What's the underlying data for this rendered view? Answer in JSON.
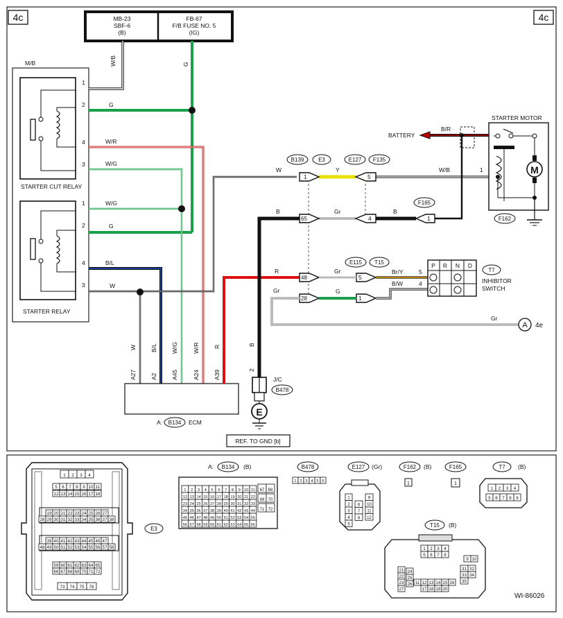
{
  "page_tag": "4c",
  "figure_id": "WI-86026",
  "fuses": {
    "left": {
      "l1": "MB-23",
      "l2": "SBF-6",
      "l3": "(B)"
    },
    "right": {
      "l1": "FB-67",
      "l2": "F/B FUSE NO. 5",
      "l3": "(IG)"
    }
  },
  "mb_label": "M/B",
  "relay_cut_label": "STARTER CUT RELAY",
  "relay_start_label": "STARTER RELAY",
  "starter_motor_label": "STARTER MOTOR",
  "battery_label": "BATTERY",
  "inhibitor_label_1": "INHIBITOR",
  "inhibitor_label_2": "SWITCH",
  "ecm_label": "ECM",
  "ecm_prefix": "A:",
  "jc_label": "J/C",
  "ref_gnd": "REF. TO GND [b]",
  "ground_letter": "E",
  "motor_letter": "M",
  "connectors": {
    "B139": "B139",
    "E3": "E3",
    "E127": "E127",
    "F135": "F135",
    "F165": "F165",
    "E115": "E115",
    "T15": "T15",
    "T7": "T7",
    "F162": "F162",
    "B478": "B478",
    "B134": "B134"
  },
  "wires": {
    "W_B_top": "W/B",
    "G_top": "G",
    "G_mid": "G",
    "W_R": "W/R",
    "W_G_1": "W/G",
    "W_G_2": "W/G",
    "G_relay": "G",
    "B_L": "B/L",
    "W_relay": "W",
    "W_main": "W",
    "Y": "Y",
    "W_B_motor": "W/B",
    "B_R": "B/R",
    "B_main": "B",
    "Gr_mid": "Gr",
    "B_f165": "B",
    "R_main": "R",
    "Gr_48": "Gr",
    "Br_Y": "Br/Y",
    "B_W": "B/W",
    "Gr_28": "Gr",
    "G_28": "G",
    "Gr_long": "Gr",
    "v_W": "W",
    "v_BL": "B/L",
    "v_WG": "W/G",
    "v_WR": "W/R",
    "v_R": "R",
    "v_B": "B"
  },
  "pins": {
    "p1": "1",
    "p2": "2",
    "p4": "4",
    "p3": "3",
    "p1b": "1",
    "p2b": "2",
    "p4b": "4",
    "p3b": "3",
    "c1": "1",
    "c5": "5",
    "c65": "65",
    "c4": "4",
    "c1f": "1",
    "c48": "48",
    "c5b": "5",
    "c28": "28",
    "c1b": "1",
    "motor1": "1",
    "t5": "5",
    "t4": "4",
    "jc2": "2"
  },
  "ecm_pins": [
    "A27",
    "A2",
    "A45",
    "A24",
    "A39"
  ],
  "ref_circle": {
    "letter": "A",
    "page": "4e"
  },
  "inhibitor_positions": [
    "P",
    "R",
    "N",
    "D"
  ],
  "bottom": {
    "e3_tag": "E3",
    "e3_rows": [
      [
        "1",
        "2",
        "3",
        "4"
      ],
      [
        "5",
        "6",
        "7",
        "8",
        "9",
        "10",
        "11"
      ],
      [
        "12",
        "13",
        "14",
        "15",
        "16",
        "17",
        "18"
      ],
      [
        "19",
        "20",
        "21",
        "22",
        "23",
        "24",
        "25",
        "26",
        "27"
      ],
      [
        "28",
        "29",
        "30",
        "31",
        "32",
        "33",
        "34",
        "35",
        "36",
        "37",
        "38"
      ],
      [
        "39",
        "40",
        "41",
        "42",
        "43",
        "44",
        "45",
        "46",
        "47"
      ],
      [
        "48",
        "49",
        "50",
        "51",
        "52",
        "53",
        "54",
        "55",
        "56",
        "57",
        "58"
      ],
      [
        "59",
        "60",
        "61",
        "62",
        "63",
        "64",
        "65"
      ],
      [
        "66",
        "67",
        "68",
        "69",
        "70",
        "71",
        "72"
      ],
      [
        "73",
        "74",
        "75",
        "76"
      ]
    ],
    "b134_prefix": "A:",
    "b134_color": "(B)",
    "b134_rows": [
      [
        "1",
        "2",
        "3",
        "4",
        "5",
        "6",
        "7",
        "8",
        "9",
        "10",
        "11"
      ],
      [
        "12",
        "13",
        "14",
        "15",
        "16",
        "17",
        "18",
        "19",
        "20",
        "21",
        "22"
      ],
      [
        "23",
        "24",
        "25",
        "26",
        "27",
        "28",
        "29",
        "30",
        "31",
        "32",
        "33"
      ],
      [
        "34",
        "35",
        "36",
        "37",
        "38",
        "39",
        "40",
        "41",
        "42",
        "43",
        "44"
      ],
      [
        "45",
        "46",
        "47",
        "48",
        "49",
        "50",
        "51",
        "52",
        "53",
        "54",
        "55"
      ],
      [
        "56",
        "57",
        "58",
        "59",
        "60",
        "61",
        "62",
        "63",
        "64",
        "65",
        "66"
      ]
    ],
    "b134_side": [
      [
        "67",
        "68"
      ],
      [
        "69",
        "70"
      ],
      [
        "71",
        "72"
      ]
    ],
    "b478_pins": [
      "1",
      "2",
      "3",
      "4",
      "5",
      "6"
    ],
    "e127_color": "(Gr)",
    "e127_left": [
      "1",
      "2",
      "3",
      "4",
      "5"
    ],
    "e127_mid": [
      "6",
      "7",
      "8"
    ],
    "e127_right": [
      "9",
      "10",
      "11",
      "12"
    ],
    "f162_color": "(B)",
    "f162_pin": "1",
    "f165_pin": "1",
    "t7_color": "(B)",
    "t7_rows": [
      [
        "1",
        "2",
        "3",
        "4"
      ],
      [
        "5",
        "6",
        "7",
        "8",
        "9"
      ]
    ],
    "t15_color": "(B)",
    "t15_top": [
      [
        "1",
        "2",
        "3",
        "4"
      ],
      [
        "5",
        "6",
        "7",
        "8"
      ]
    ],
    "t15_left": [
      "21",
      "22",
      "23"
    ],
    "t15_left2": [
      "24",
      "25",
      "26"
    ],
    "t15_left3": [
      "27"
    ],
    "t15_right": [
      "31",
      "32",
      "33",
      "34",
      "35"
    ],
    "t15_mid": [
      [
        "11",
        "12",
        "13",
        "14",
        "15",
        "16"
      ],
      [
        "17",
        "18",
        "19",
        "20"
      ]
    ],
    "t15_mid_top": [
      "9",
      "10"
    ]
  }
}
